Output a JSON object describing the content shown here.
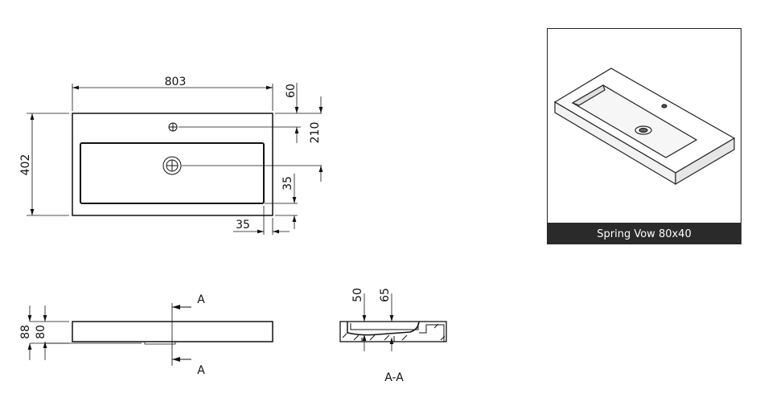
{
  "top_view": {
    "width_dim": "803",
    "depth_dim": "402",
    "tap_hole_offset_dim": "60",
    "drain_offset_dim": "210",
    "basin_margin_bottom_dim": "35",
    "basin_margin_side_dim": "35"
  },
  "side_view": {
    "total_height_dim": "88",
    "body_height_dim": "80",
    "section_label_top": "A",
    "section_label_bottom": "A"
  },
  "section_view": {
    "depth_dim_1": "50",
    "depth_dim_2": "65",
    "title": "A-A"
  },
  "product_image": {
    "caption": "Spring Vow 80x40",
    "caption_bg": "#2a2a2a"
  }
}
